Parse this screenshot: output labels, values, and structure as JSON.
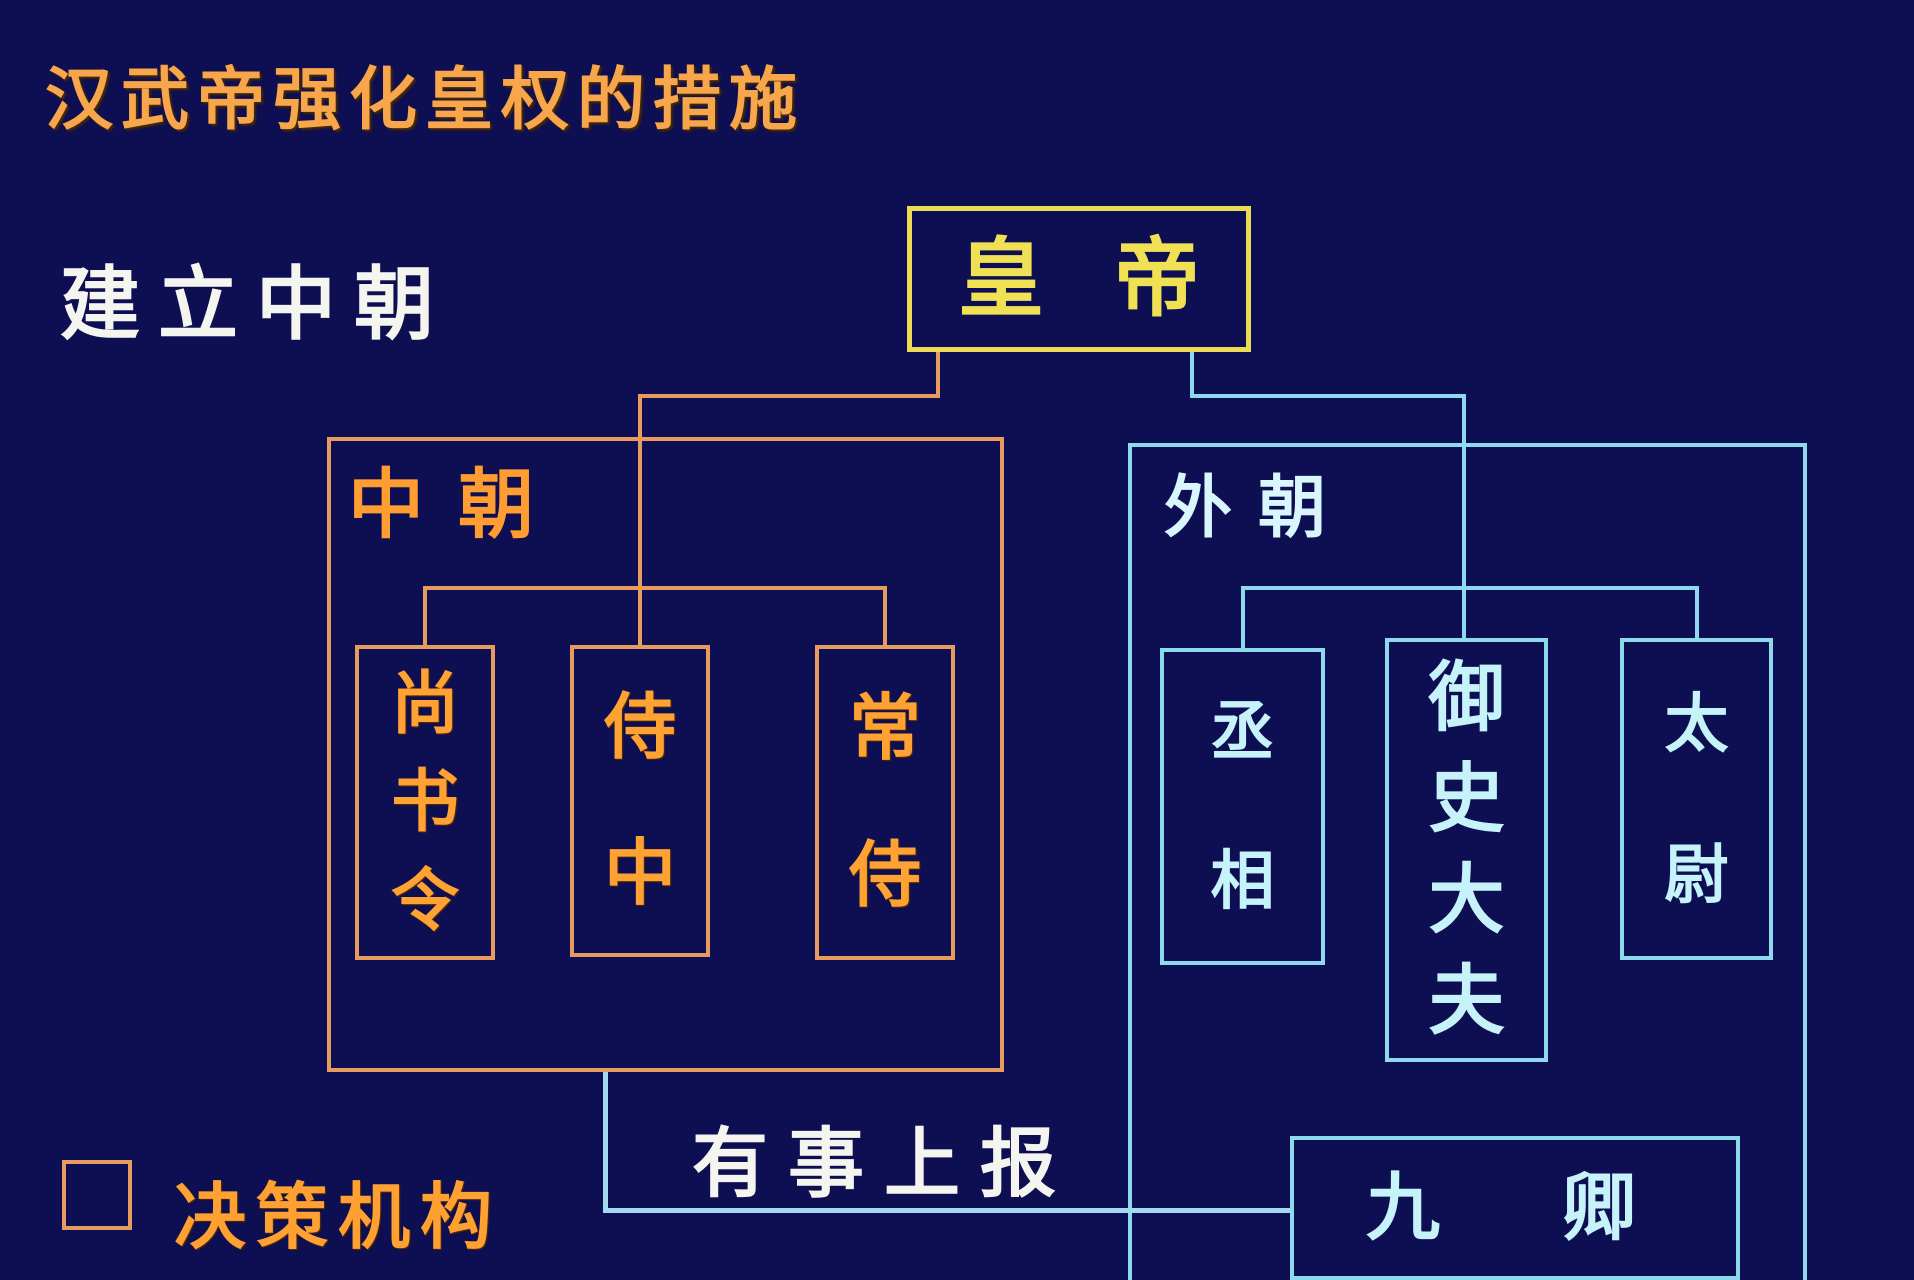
{
  "slide": {
    "title": "汉武帝强化皇权的措施",
    "section_label": "建立中朝",
    "report_label": "有事上报",
    "legend_label": "决策机构"
  },
  "emperor": {
    "name": "皇帝",
    "chars": [
      "皇",
      "帝"
    ]
  },
  "inner_court": {
    "label": "中朝",
    "boxes": [
      {
        "name": "尚书令",
        "chars": [
          "尚",
          "书",
          "令"
        ]
      },
      {
        "name": "侍中",
        "chars": [
          "侍",
          "中"
        ]
      },
      {
        "name": "常侍",
        "chars": [
          "常",
          "侍"
        ]
      }
    ]
  },
  "outer_court": {
    "label": "外朝",
    "boxes": [
      {
        "name": "丞相",
        "chars": [
          "丞",
          "相"
        ]
      },
      {
        "name": "御史大夫",
        "chars": [
          "御",
          "史",
          "大",
          "夫"
        ]
      },
      {
        "name": "太尉",
        "chars": [
          "太",
          "尉"
        ]
      }
    ]
  },
  "nine_ministers": {
    "name": "九卿",
    "chars": [
      "九",
      "卿"
    ]
  },
  "colors": {
    "background": "#0e0e52",
    "orange_line": "#e89b5e",
    "orange_text": "#ffa234",
    "title_text": "#f7a64b",
    "emperor_yellow": "#f0e154",
    "cyan_line": "#8fd9ef",
    "cyan_text": "#c6f2fa",
    "report_line": "#a5d9f2",
    "white_text": "#f5f5f0"
  }
}
